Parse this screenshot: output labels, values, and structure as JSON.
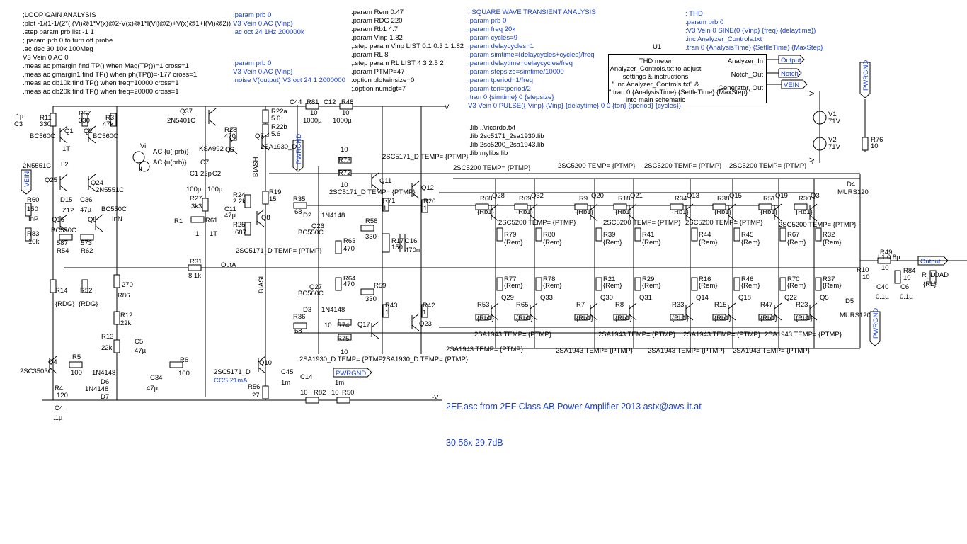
{
  "colors": {
    "wire": "#000000",
    "directive": "#1a3fd0",
    "label": "#000000"
  },
  "directives": {
    "loop_gain": [
      ";LOOP GAIN ANALYSIS",
      ";plot -1/(1-1/(2*(I(Vi)@1*V(x)@2-V(x)@1*I(Vi)@2)+V(x)@1+I(Vi)@2))",
      ".step param prb list -1 1",
      "; param prb 0 to turn off probe",
      ".ac dec 30 10k 100Meg",
      "V3 Vein 0 AC 0",
      ".meas ac pmargin find TP() when Mag(TP())=1 cross=1",
      ".meas ac gmargin1 find TP() when ph(TP())=-177 cross=1",
      ".meas ac db10k find TP() when freq=10000 cross=1",
      ".meas ac db20k find TP() when freq=20000 cross=1"
    ],
    "ac_block": [
      ".param prb 0",
      "V3 Vein 0 AC {Vinp}",
      ".ac oct 24 1Hz 200000k"
    ],
    "noise_block": [
      ".param prb 0",
      "V3 Vein 0 AC {Vinp}",
      ".noise V(output) V3 oct 24 1 2000000"
    ],
    "params": [
      ".param Rem 0.47",
      ".param RDG 220",
      ".param Rb1 4.7",
      ".param Vinp 1.82",
      ";.step param Vinp LIST 0.1 0.3 1 1.82",
      ".param RL 8",
      ";.step param RL LIST 4 3 2.5 2",
      ".param PTMP=47",
      ".option plotwinsize=0",
      ";.option numdgt=7"
    ],
    "square_wave": [
      "; SQUARE WAVE TRANSIENT ANALYSIS",
      ".param prb 0",
      ".param freq 20k",
      ".param cycles=9",
      ".param delaycycles=1",
      ".param simtime=(delaycycles+cycles)/freq",
      ".param delaytime=delaycycles/freq",
      ".param stepsize=simtime/10000",
      ".param tperiod=1/freq",
      ".param ton=tperiod/2",
      ".tran 0 {simtime} 0 {stepsize}",
      "V3 Vein 0 PULSE({-Vinp} {Vinp} {delaytime} 0 0 {ton} {tperiod} {cycles})"
    ],
    "libs": [
      ".lib ..\\ricardo.txt",
      ".lib 2sc5171_2sa1930.lib",
      ".lib 2sc5200_2sa1943.lib",
      ".lib mylibs.lib"
    ],
    "thd": [
      "; THD",
      ".param prb 0",
      ";V3 Vein 0 SINE(0 {Vinp} {freq} {delaytime})",
      ".inc Analyzer_Controls.txt",
      ".tran 0 {AnalysisTime} {SettleTime} {MaxStep}"
    ]
  },
  "u1": {
    "ref": "U1",
    "body": [
      "THD meter",
      "Analyzer_Controls.txt to adjust",
      "settings & instructions",
      "\".inc Analyzer_Controls.txt\" &",
      "\".tran 0 {AnalysisTime} {SettleTime} {MaxStep}\"",
      "into main schematic"
    ],
    "pins": [
      "Analyzer_In",
      "Notch_Out",
      "Generator_Out"
    ],
    "flags": [
      "Output",
      "Notch",
      "VEIN"
    ]
  },
  "caption": {
    "line1": "2EF.asc from 2EF Class AB Power Amplifier 2013 astx@aws-it.at",
    "line2": "30.56x 29.7dB"
  },
  "supply": {
    "vplus": "V",
    "vminus": "-V",
    "v1": "V1",
    "v1_val": "71V",
    "v2": "V2",
    "v2_val": "71V",
    "r76": "R76",
    "r76_val": "10",
    "pwrgnd": "PWRGND"
  },
  "labels": [
    "C3",
    ".1µ",
    "R11",
    "330",
    "Q1",
    "R57",
    "330",
    "R3",
    "47k",
    "BC560C",
    "BC560C",
    "1T",
    "L2",
    "2N5551C",
    "Q25",
    "Q24",
    "2N5551C",
    "VEIN",
    "R60",
    "150",
    "InP",
    "R83",
    "10k",
    "D15",
    "Z12",
    "C36",
    "47µ",
    "Q16",
    "BC550C",
    "Q9",
    "BC550C",
    "InN",
    "587",
    "R54",
    "573",
    "R62",
    "R14",
    "R52",
    "{RDG}",
    "{RDG}",
    "Q4",
    "2SC3503C",
    "R4",
    "120",
    "C4",
    ".1µ",
    "R5",
    "100",
    "1N4148",
    "D6",
    "1N4148",
    "D7",
    "C34",
    "47µ",
    "270",
    "R86",
    "R12",
    "22k",
    "R13",
    "22k",
    "C5",
    "47µ",
    "R6",
    "100",
    "Q37",
    "2N5401C",
    "Vi",
    "AC {u(-prb)}",
    "Ii",
    "AC {u(prb)}",
    "C7",
    "C1",
    "22p",
    "C2",
    "100p",
    "100p",
    "R27",
    "3k3",
    "R1",
    "R61",
    "1",
    "1T",
    "R28",
    "470",
    "Q6",
    "KSA992",
    "C11",
    "47µ",
    "R24",
    "2.2k",
    "R25",
    "687",
    "R19",
    "15",
    "Q8",
    "Q7",
    "2SA1930_D",
    "R22a",
    "5.6",
    "R22b",
    "5.6",
    "BIASH",
    "BIASL",
    "R31",
    "8.1k",
    "OutA",
    "Q10",
    "2SC5171_D",
    "CCS 21mA",
    "R56",
    "27",
    "2SC5171_D TEMP= {PTMP}",
    "C44",
    "R81",
    "10",
    "1000µ",
    "C12",
    "R48",
    "10",
    "1000µ",
    "R35",
    "68",
    "D2",
    "1N4148",
    "Q26",
    "BC550C",
    "R63",
    "470",
    "R36",
    "68",
    "D3",
    "1N4148",
    "Q27",
    "BC560C",
    "R64",
    "470",
    "R58",
    "330",
    "R59",
    "330",
    "R73",
    "10",
    "R72",
    "10",
    "Q11",
    "2SC5171_D TEMP= {PTMP}",
    "R71",
    "1",
    "Q12",
    "R20",
    "1",
    "R17",
    "150",
    "C16",
    "470n",
    "R74",
    "10",
    "R75",
    "10",
    "Q17",
    "R43",
    "1",
    "Q23",
    "R42",
    "1",
    "2SA1930_D TEMP= {PTMP}",
    "2SA1930_D TEMP= {PTMP}",
    "C45",
    "1m",
    "C14",
    "1m",
    "R82",
    "10",
    "R50",
    "10",
    "2SC5200 TEMP= {PTMP}",
    "2SA1943 TEMP= {PTMP}",
    "{Rb1}",
    "{Rem}",
    "L1",
    "0.8µ",
    "R49",
    "10",
    "R10",
    "C40",
    "0.1µ",
    "R84",
    "C6",
    "0.1µ",
    "R_LOAD",
    "{RL}",
    "D4",
    "MURS120",
    "D5",
    "MURS120",
    "Output"
  ],
  "out_stage": {
    "upper_q": [
      "Q28",
      "Q32",
      "Q20",
      "Q21",
      "Q13",
      "Q15",
      "Q19",
      "Q3"
    ],
    "upper_rb": [
      "R68",
      "R69",
      "R9",
      "R18",
      "R34",
      "R38",
      "R51",
      "R30"
    ],
    "upper_re": [
      "R79",
      "R80",
      "R39",
      "R41",
      "R44",
      "R45",
      "R67",
      "R32"
    ],
    "lower_q": [
      "Q29",
      "Q33",
      "Q30",
      "Q31",
      "Q14",
      "Q18",
      "Q22",
      "Q5"
    ],
    "lower_rb": [
      "R53",
      "R65",
      "R7",
      "R8",
      "R33",
      "R15",
      "R47",
      "R23"
    ],
    "lower_re": [
      "R77",
      "R78",
      "R21",
      "R29",
      "R16",
      "R46",
      "R70",
      "R37"
    ]
  }
}
